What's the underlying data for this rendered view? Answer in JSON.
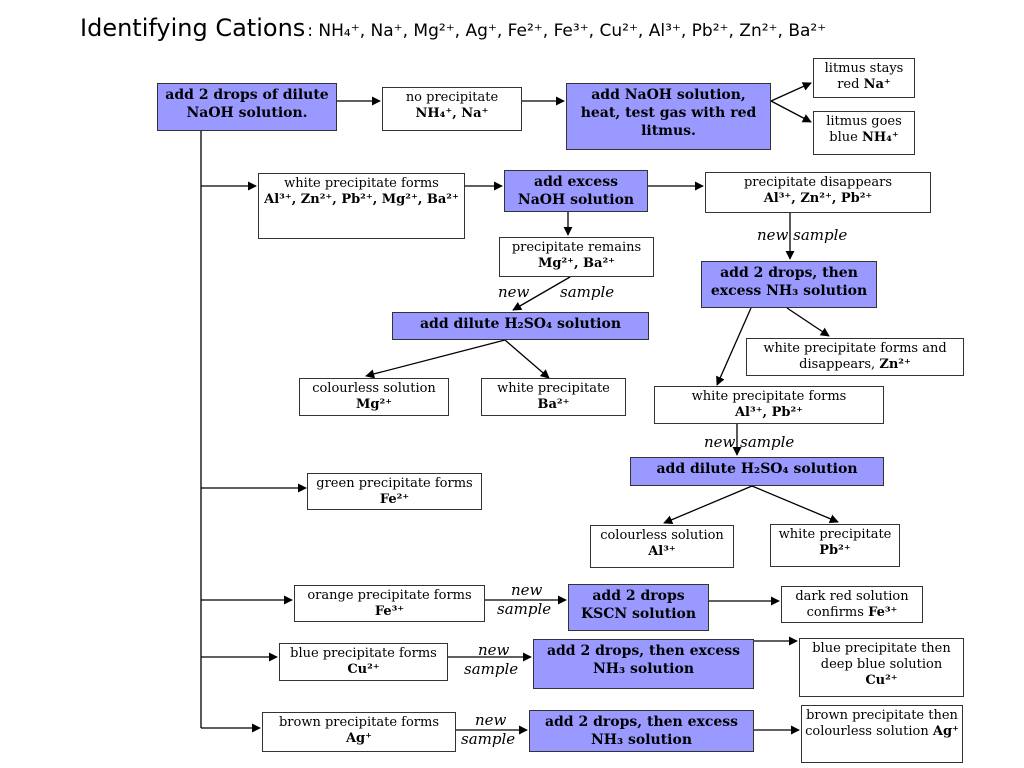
{
  "title": {
    "main": "Identifying Cations",
    "list": ": NH₄⁺,  Na⁺,  Mg²⁺,  Ag⁺,  Fe²⁺,  Fe³⁺,  Cu²⁺,  Al³⁺,  Pb²⁺,  Zn²⁺,  Ba²⁺"
  },
  "nodes": {
    "start": "add 2 drops of dilute NaOH solution.",
    "no_ppt": {
      "text": "no precipitate",
      "ions": "NH₄⁺,  Na⁺"
    },
    "heat_test": "add NaOH solution, heat, test gas with red litmus.",
    "litmus_red": {
      "text": "litmus stays red",
      "ions": "Na⁺"
    },
    "litmus_blue": {
      "text": "litmus goes blue",
      "ions": "NH₄⁺"
    },
    "white_ppt": {
      "text": "white precipitate forms",
      "ions": "Al³⁺,  Zn²⁺,  Pb²⁺,  Mg²⁺,  Ba²⁺"
    },
    "excess_naoh": "add excess NaOH solution",
    "ppt_disappears": {
      "text": "precipitate disappears",
      "ions": "Al³⁺,  Zn²⁺,  Pb²⁺"
    },
    "ppt_remains": {
      "text": "precipitate remains",
      "ions": "Mg²⁺,  Ba²⁺"
    },
    "excess_nh3": "add 2 drops, then excess NH₃ solution",
    "h2so4_a": "add dilute H₂SO₄ solution",
    "zn_result": {
      "text": "white precipitate forms and disappears,",
      "ions": "Zn²⁺"
    },
    "mg_result": {
      "text": "colourless solution",
      "ions": "Mg²⁺"
    },
    "ba_result": {
      "text": "white precipitate",
      "ions": "Ba²⁺"
    },
    "alpb_ppt": {
      "text": "white precipitate forms",
      "ions": "Al³⁺,  Pb²⁺"
    },
    "h2so4_b": "add dilute H₂SO₄ solution",
    "al_result": {
      "text": "colourless solution",
      "ions": "Al³⁺"
    },
    "pb_result": {
      "text": "white precipitate",
      "ions": "Pb²⁺"
    },
    "green_ppt": {
      "text": "green precipitate forms",
      "ions": "Fe²⁺"
    },
    "orange_ppt": {
      "text": "orange precipitate forms",
      "ions": "Fe³⁺"
    },
    "kscn": "add 2 drops KSCN solution",
    "fe3_confirm": {
      "text": "dark red solution confirms",
      "ions": "Fe³⁺"
    },
    "blue_ppt": {
      "text": "blue precipitate forms",
      "ions": "Cu²⁺"
    },
    "nh3_cu": "add 2 drops, then excess NH₃ solution",
    "cu_result": {
      "text": "blue precipitate then deep blue solution",
      "ions": "Cu²⁺"
    },
    "brown_ppt": {
      "text": "brown precipitate forms",
      "ions": "Ag⁺"
    },
    "nh3_ag": "add 2 drops, then excess NH₃ solution",
    "ag_result": {
      "text": "brown precipitate then colourless solution",
      "ions": "Ag⁺"
    }
  },
  "notes": {
    "new": "new",
    "sample": "sample",
    "new_sample": "new  sample"
  },
  "colors": {
    "action_fill": "#9999ff",
    "border": "#333333",
    "background": "#ffffff"
  }
}
